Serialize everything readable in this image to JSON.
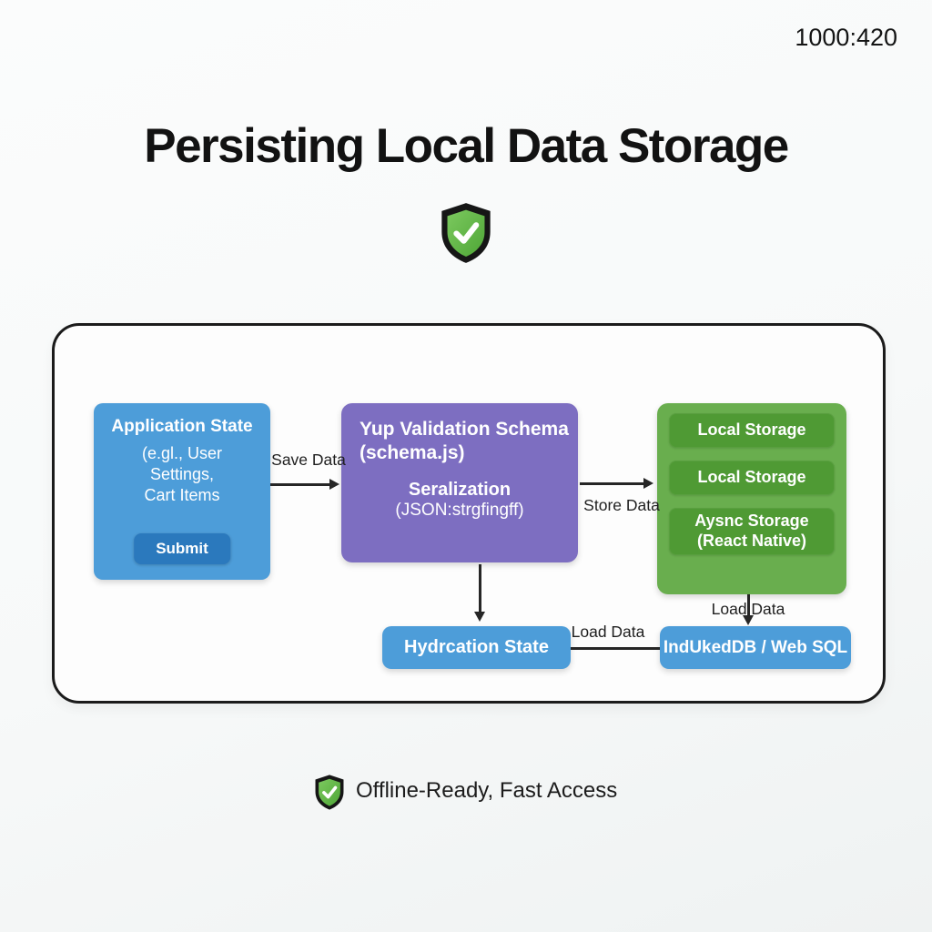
{
  "page": {
    "ratio_label": "1000:420",
    "title": "Persisting Local Data Storage",
    "footer_caption": "Offline-Ready, Fast Access"
  },
  "icons": {
    "header_icon": "shield-check-icon",
    "footer_icon": "shield-check-icon"
  },
  "flow": {
    "app_state": {
      "title": "Application State",
      "body": "(e.gl., User\nSettings,\nCart Items",
      "submit_label": "Submit"
    },
    "schema": {
      "title": "Yup Validation Schema\n(schema.js)",
      "serialization_label": "Seralization",
      "serialization_format": "(JSON:strgfingff)"
    },
    "storage": {
      "pills": [
        {
          "label": "Local Storage"
        },
        {
          "label": "Local Storage"
        },
        {
          "label": "Aysnc Storage\n(React Native)"
        }
      ]
    },
    "hydration": {
      "title": "Hydrcation State"
    },
    "indexeddb": {
      "title": "IndUkedDB / Web SQL"
    },
    "edge_labels": {
      "save_data": "Save Data",
      "store_data": "Store Data",
      "load_data_vertical": "Load Data",
      "load_data_horizontal": "Load Data"
    }
  },
  "colors": {
    "box_blue": "#4d9dd9",
    "button_blue": "#2b79bd",
    "box_purple": "#7d6ec1",
    "storage_green": "#69ae4e",
    "storage_pill_green": "#4f9a34",
    "shield_green": "#5cb544",
    "frame_outline": "#1b1b1b",
    "arrow": "#262626"
  }
}
